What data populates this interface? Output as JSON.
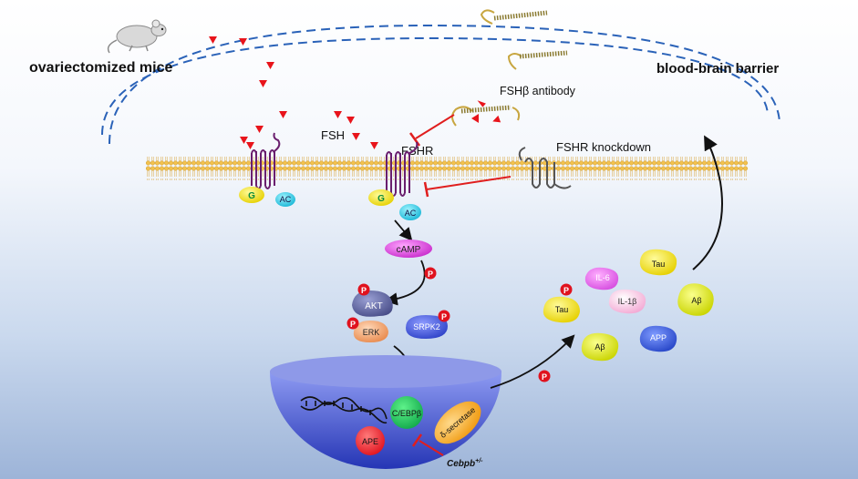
{
  "labels": {
    "ovariectomized_mice": "ovariectomized mice",
    "bbb": "blood-brain barrier",
    "fsh_antibody": "FSHβ antibody",
    "fsh": "FSH",
    "fshr": "FSHR",
    "fshr_knockdown": "FSHR knockdown",
    "cebpb": "Cebpb"
  },
  "cebpb_superscript": "+/-",
  "receptor1": {
    "g": "G",
    "ac": "AC"
  },
  "receptor2": {
    "g": "G",
    "ac": "AC"
  },
  "signaling": {
    "camp": "cAMP",
    "akt": "AKT",
    "srpk2": "SRPK2",
    "erk": "ERK",
    "cebpb_nuclear": "C/EBPβ",
    "ape": "APE",
    "delta_secretase": "δ-secretase"
  },
  "phospho": "P",
  "products": {
    "il6": "IL-6",
    "tau_top": "Tau",
    "tau_left": "Tau",
    "il1b": "IL-1β",
    "abeta_right": "Aβ",
    "abeta_center": "Aβ",
    "app": "APP"
  },
  "colors": {
    "membrane_head": "#e8b84a",
    "receptor": "#6a1f6e",
    "inhibit": "#e01e1e",
    "fsh_triangle": "#e8141b",
    "bbb_dash": "#2a62b8"
  }
}
